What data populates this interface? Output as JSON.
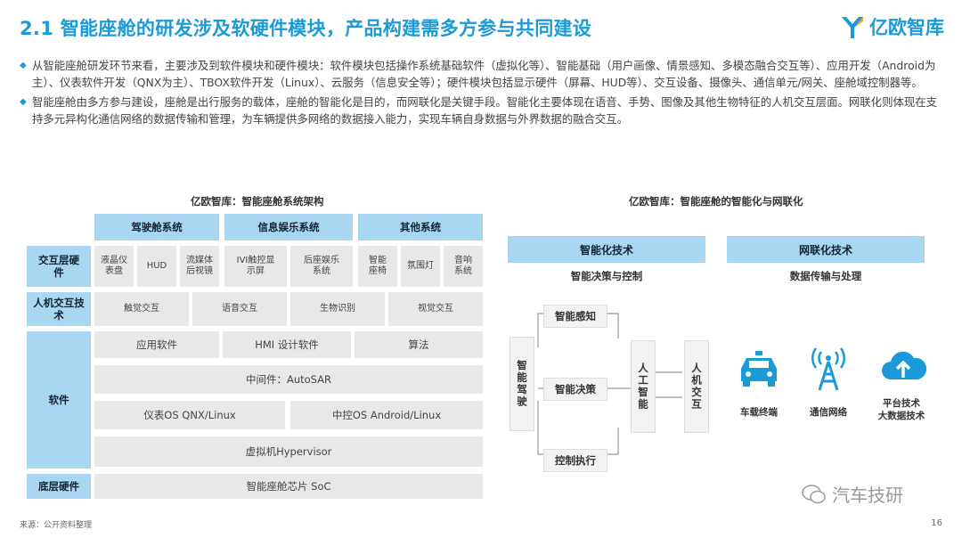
{
  "header": {
    "title": "2.1 智能座舱的研发涉及软硬件模块，产品构建需多方参与共同建设",
    "logo_text": "亿欧智库"
  },
  "bullets": [
    "从智能座舱研发环节来看，主要涉及到软件模块和硬件模块：软件模块包括操作系统基础软件（虚拟化等）、智能基础（用户画像、情景感知、多模态融合交互等）、应用开发（Android为主）、仪表软件开发（QNX为主）、TBOX软件开发（Linux）、云服务（信息安全等）；硬件模块包括显示硬件（屏幕、HUD等）、交互设备、摄像头、通信单元/网关、座舱域控制器等。",
    "智能座舱由多方参与建设，座舱是出行服务的载体，座舱的智能化是目的，而网联化是关键手段。智能化主要体现在语音、手势、图像及其他生物特征的人机交互层面。网联化则体现在支持多元异构化通信网络的数据传输和管理，为车辆提供多网络的数据接入能力，实现车辆自身数据与外界数据的融合交互。"
  ],
  "left": {
    "title": "亿欧智库：智能座舱系统架构",
    "systems": [
      "驾驶舱系统",
      "信息娱乐系统",
      "其他系统"
    ],
    "rows": {
      "interaction_hw": "交互层硬件",
      "hmi_tech": "人机交互技术",
      "software": "软件",
      "bottom_hw": "底层硬件"
    },
    "hw_items": [
      "液晶仪表盘",
      "HUD",
      "流媒体后视镜",
      "IVI触控显示屏",
      "后座娱乐系统",
      "智能座椅",
      "氛围灯",
      "音响系统"
    ],
    "hmi_items": [
      "触觉交互",
      "语音交互",
      "生物识别",
      "视觉交互"
    ],
    "sw_row1": [
      "应用软件",
      "HMI 设计软件",
      "算法"
    ],
    "middleware": "中间件：AutoSAR",
    "os_row": [
      "仪表OS QNX/Linux",
      "中控OS Android/Linux"
    ],
    "hypervisor": "虚拟机Hypervisor",
    "soc": "智能座舱芯片 SoC"
  },
  "right": {
    "title": "亿欧智库：智能座舱的智能化与网联化",
    "intel_head": "智能化技术",
    "intel_sub": "智能决策与控制",
    "net_head": "网联化技术",
    "net_sub": "数据传输与处理",
    "driving": "智能驾驶",
    "steps": [
      "智能感知",
      "智能决策",
      "控制执行"
    ],
    "ai": "人工智能",
    "hmi": "人机交互",
    "icons": [
      {
        "name": "car-icon",
        "label": "车载终端"
      },
      {
        "name": "tower-icon",
        "label": "通信网络"
      },
      {
        "name": "cloud-icon",
        "label": "平台技术\n大数据技术"
      }
    ]
  },
  "footer": {
    "source": "来源：公开资料整理",
    "page": "16",
    "watermark": "汽车技研"
  },
  "colors": {
    "accent": "#1a9ad6",
    "light_blue": "#a9d7f1",
    "gray": "#e8e8e8"
  }
}
